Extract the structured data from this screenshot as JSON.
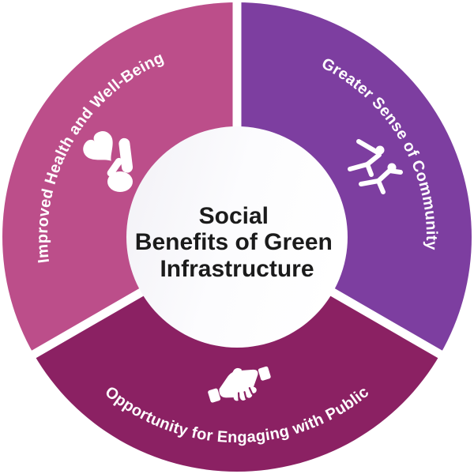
{
  "title": {
    "line1": "Social",
    "line2": "Benefits of Green",
    "line3": "Infrastructure"
  },
  "segments": [
    {
      "label": "Improved Health and Well-Being",
      "color": "#bc4e8a",
      "icon": "heart-in-hand-icon"
    },
    {
      "label": "Greater Sense of Community",
      "color": "#7d3ea0",
      "icon": "community-people-icon"
    },
    {
      "label": "Opportunity for Engaging with Public",
      "color": "#8b2163",
      "icon": "handshake-icon"
    }
  ],
  "colors": {
    "background": "#ffffff",
    "divider": "#ffffff",
    "center_text": "#1b1b1b",
    "label_text": "#ffffff"
  }
}
